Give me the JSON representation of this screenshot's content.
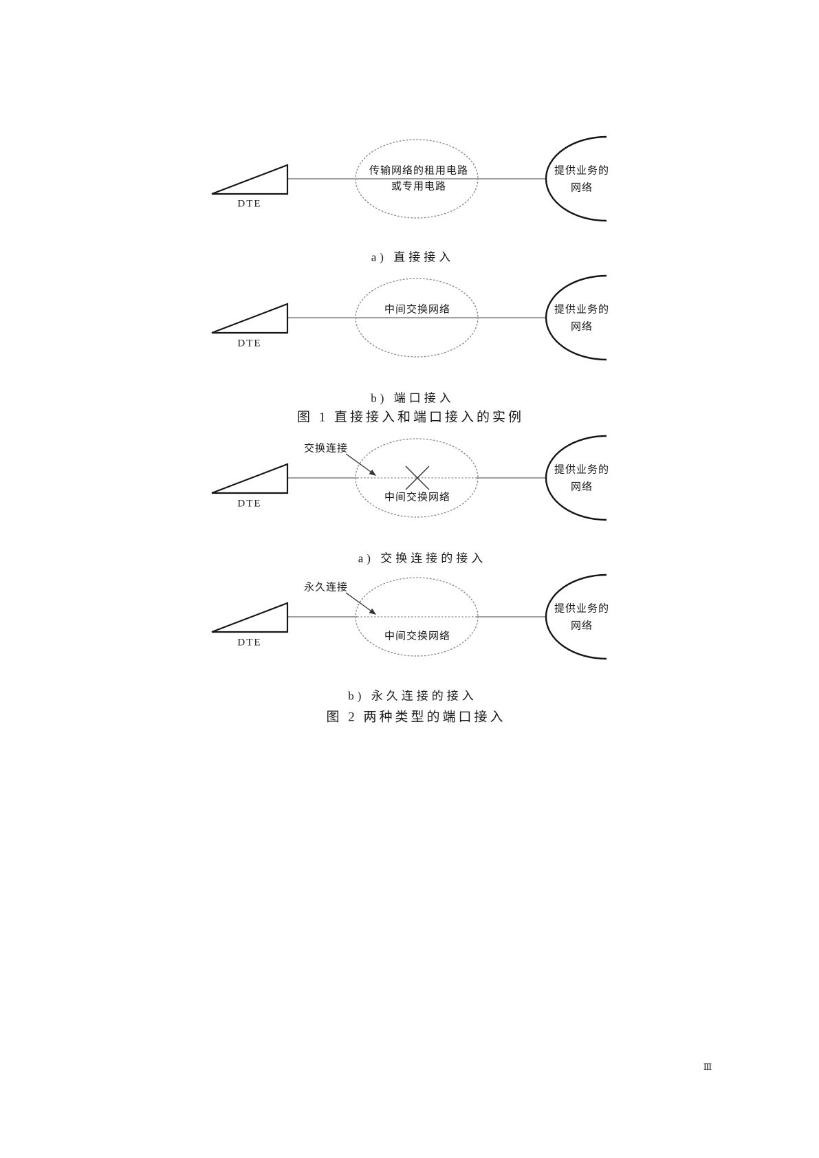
{
  "page": {
    "number": "Ⅲ"
  },
  "colors": {
    "ink": "#1a1a1a",
    "shape_stroke": "#151515",
    "line_stroke": "#666666",
    "dotted_stroke": "#8a8a8a"
  },
  "figure1": {
    "title": "图 1  直接接入和端口接入的实例",
    "direct_access": {
      "caption": "a) 直接接入",
      "dte": "DTE",
      "cloud_line1": "传输网络的租用电路",
      "cloud_line2": "或专用电路",
      "network_line1": "提供业务的",
      "network_line2": "网络"
    },
    "port_access": {
      "caption": "b) 端口接入",
      "dte": "DTE",
      "cloud": "中间交换网络",
      "network_line1": "提供业务的",
      "network_line2": "网络"
    }
  },
  "figure2": {
    "title": "图 2  两种类型的端口接入",
    "switched": {
      "caption": "a) 交换连接的接入",
      "pointer": "交换连接",
      "dte": "DTE",
      "cloud": "中间交换网络",
      "network_line1": "提供业务的",
      "network_line2": "网络"
    },
    "permanent": {
      "caption": "b) 永久连接的接入",
      "pointer": "永久连接",
      "dte": "DTE",
      "cloud": "中间交换网络",
      "network_line1": "提供业务的",
      "network_line2": "网络"
    }
  }
}
